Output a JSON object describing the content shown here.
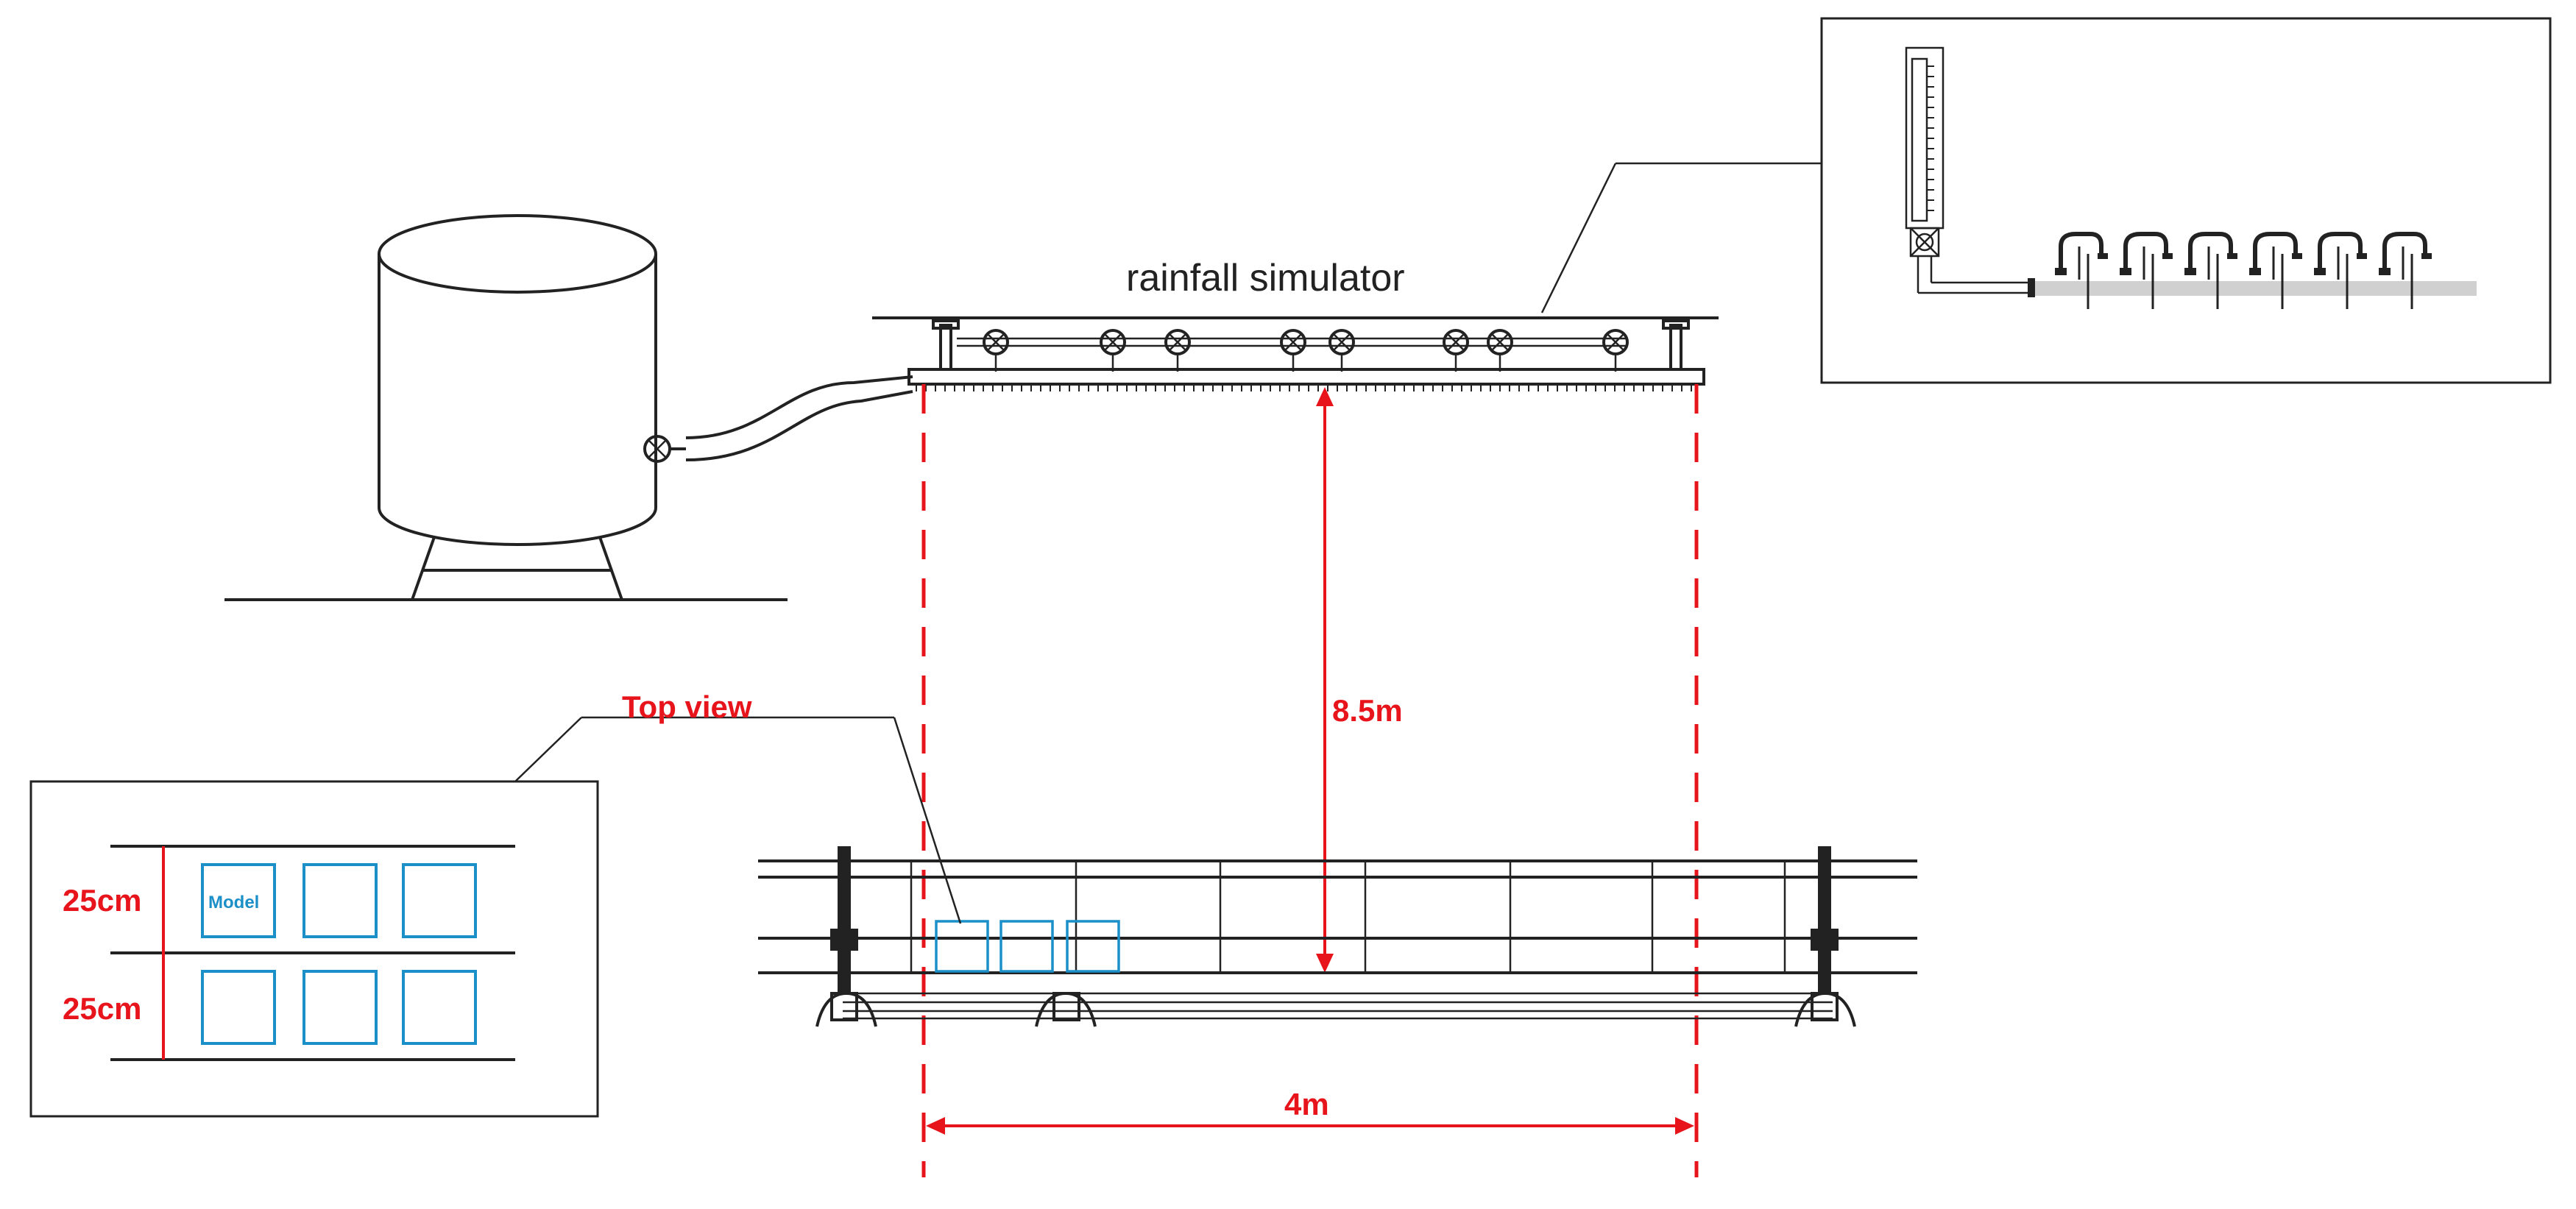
{
  "labels": {
    "rainfall_simulator": "rainfall simulator",
    "height": "8.5m",
    "width": "4m",
    "top_view": "Top view",
    "row_height_1": "25cm",
    "row_height_2": "25cm",
    "model": "Model"
  },
  "colors": {
    "ink": "#222222",
    "dimension": "#e8141c",
    "model_box": "#1b8fc7",
    "hose_gray": "#d0d0d0"
  }
}
